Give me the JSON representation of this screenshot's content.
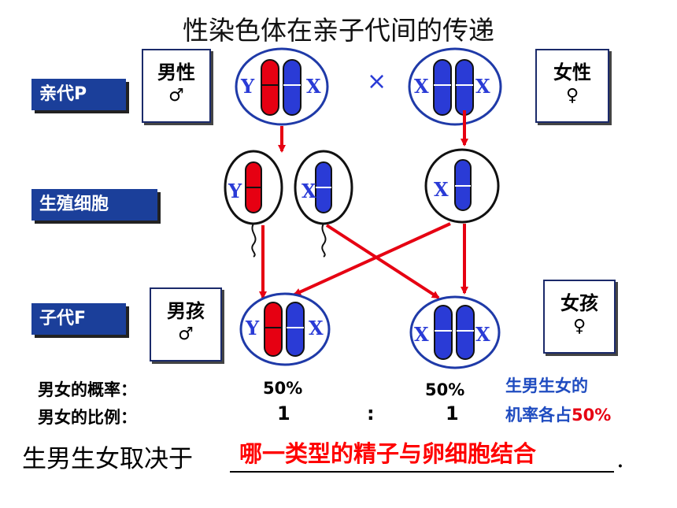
{
  "title": "性染色体在亲子代间的传递",
  "rows": {
    "parent": "亲代P",
    "gamete": "生殖细胞",
    "offspring": "子代F"
  },
  "boxes": {
    "male_parent": {
      "label": "男性",
      "symbol": "♂"
    },
    "female_parent": {
      "label": "女性",
      "symbol": "♀"
    },
    "boy": {
      "label": "男孩",
      "symbol": "♂"
    },
    "girl": {
      "label": "女孩",
      "symbol": "♀"
    }
  },
  "cross_symbol": "×",
  "chromosome_letters": {
    "y": "Y",
    "x": "X"
  },
  "stats": {
    "probability_label": "男女的概率：",
    "ratio_label": "男女的比例：",
    "boy_probability": "50%",
    "girl_probability": "50%",
    "boy_ratio": "1",
    "colon": ":",
    "girl_ratio": "1"
  },
  "note": {
    "line1": "生男生女的",
    "line2_prefix": "机率各占",
    "line2_value": "50%"
  },
  "conclusion": {
    "prefix": "生男生女取决于",
    "answer": "哪一类型的精子与卵细胞结合",
    "end": "."
  },
  "colors": {
    "y_chromosome": "#e60012",
    "x_chromosome": "#2a3bd6",
    "label_bg": "#1b3f9a",
    "cell_outline": "#1f3aa8",
    "arrow": "#e60012"
  }
}
